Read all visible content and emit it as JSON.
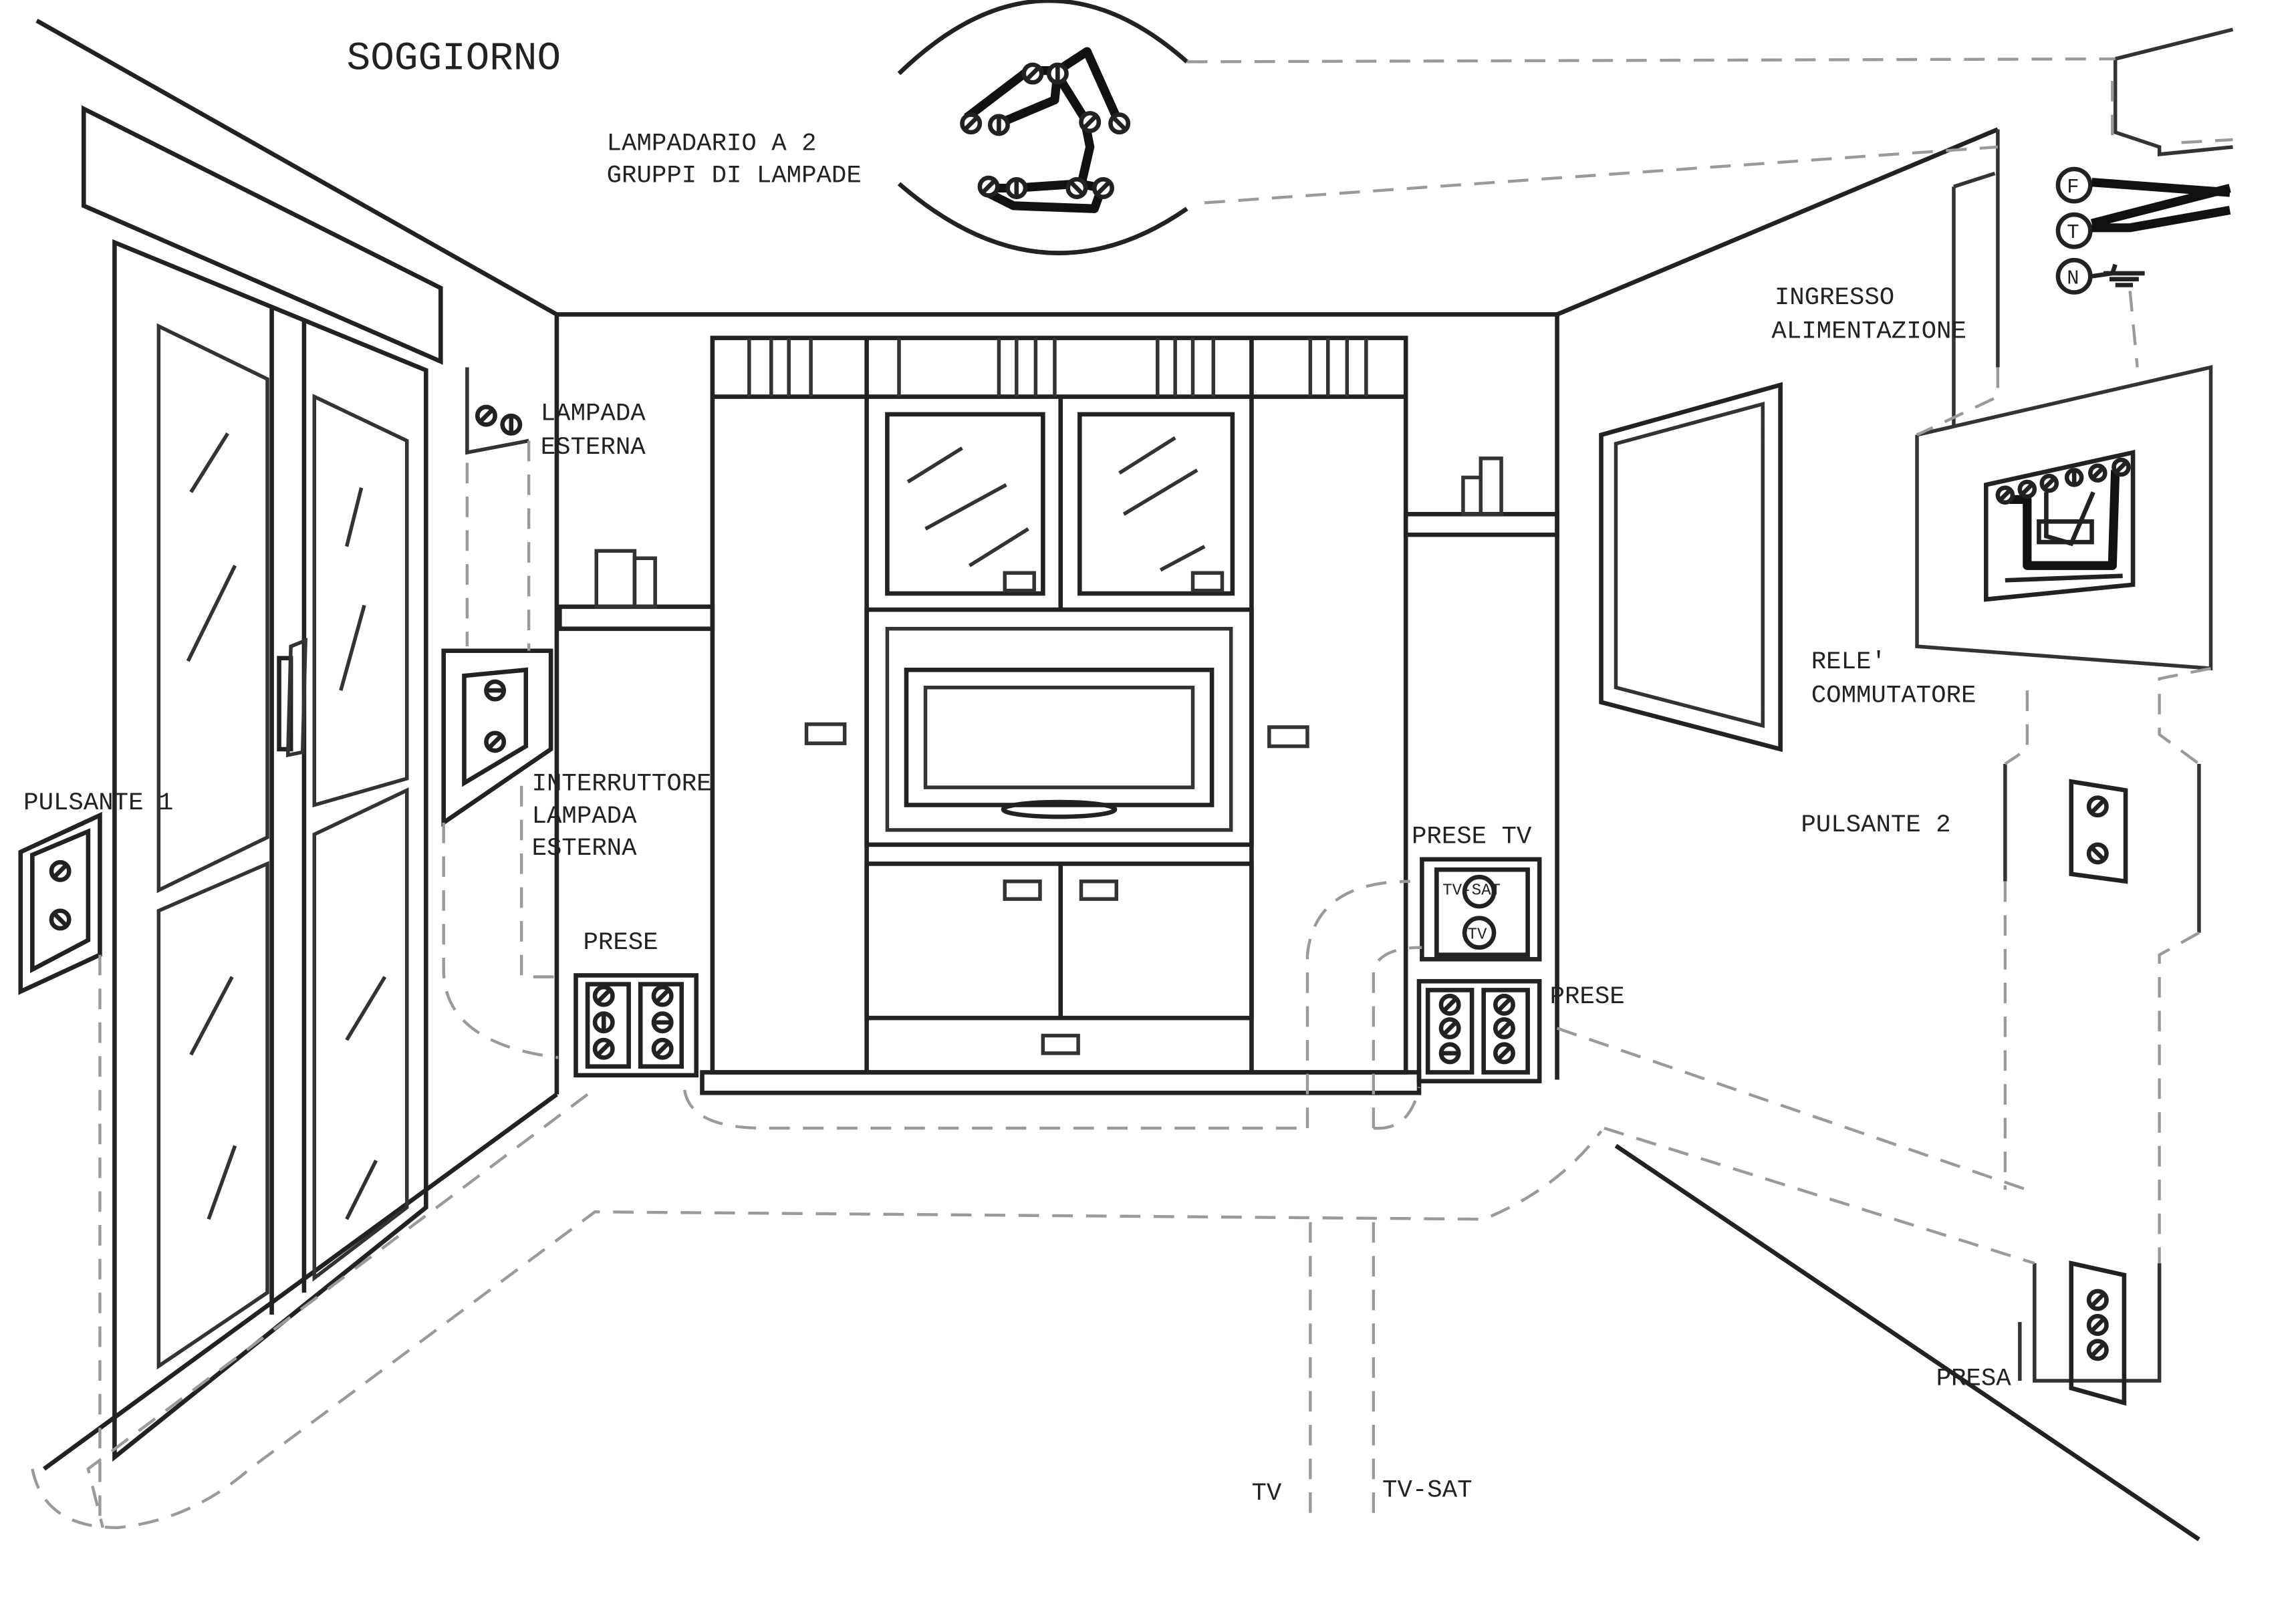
{
  "title": "SOGGIORNO",
  "labels": {
    "lampadario_line1": "LAMPADARIO A 2",
    "lampadario_line2": "GRUPPI DI LAMPADE",
    "lampada_esterna_line1": "LAMPADA",
    "lampada_esterna_line2": "ESTERNA",
    "interruttore_line1": "INTERRUTTORE",
    "interruttore_line2": "LAMPADA",
    "interruttore_line3": "ESTERNA",
    "pulsante1": "PULSANTE 1",
    "prese_left": "PRESE",
    "prese_tv": "PRESE TV",
    "prese_right": "PRESE",
    "tv_sat_socket": "TV-SAT",
    "tv_socket": "TV",
    "ingresso_line1": "INGRESSO",
    "ingresso_line2": "ALIMENTAZIONE",
    "rele_line1": "RELE'",
    "rele_line2": "COMMUTATORE",
    "pulsante2": "PULSANTE 2",
    "presa": "PRESA",
    "tv_cable": "TV",
    "tv_sat_cable": "TV-SAT"
  },
  "terminals": {
    "f": "F",
    "t": "T",
    "n": "N"
  }
}
